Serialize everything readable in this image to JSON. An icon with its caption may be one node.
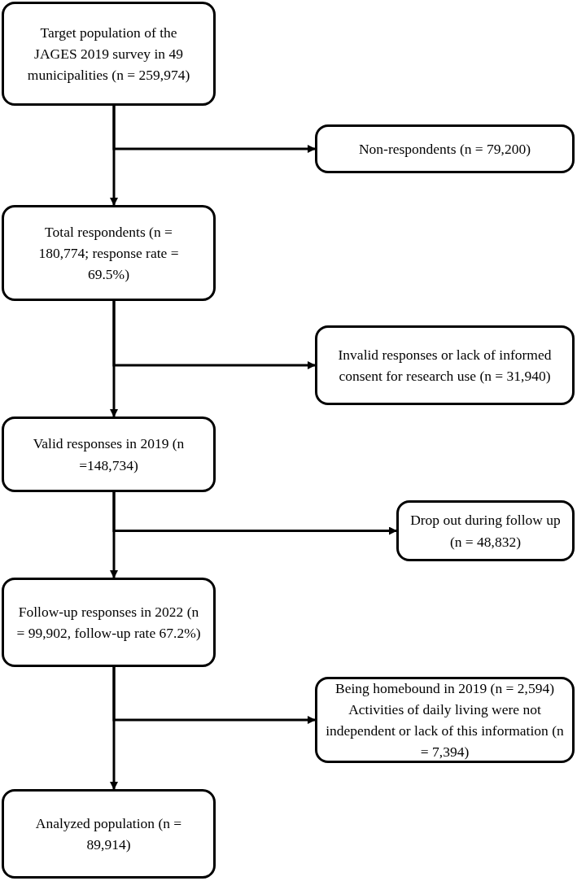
{
  "diagram": {
    "nodes": [
      {
        "text": [
          "Target population of the JAGES 2019 survey in 49 municipalities (n = 259,974)"
        ]
      },
      {
        "text": [
          "Non-respondents (n = 79,200)"
        ]
      },
      {
        "text": [
          "Total respondents (n = 180,774; response rate = 69.5%)"
        ]
      },
      {
        "text": [
          "Invalid responses or lack of informed consent for research use (n = 31,940)"
        ]
      },
      {
        "text": [
          "Valid responses in 2019 (n =148,734)"
        ]
      },
      {
        "text": [
          "Drop out during follow up (n = 48,832)"
        ]
      },
      {
        "text": [
          "Follow-up responses in 2022 (n = 99,902, follow-up rate 67.2%)"
        ]
      },
      {
        "text": [
          "Being homebound in 2019 (n = 2,594) Activities of daily living were not independent or lack of this information (n = 7,394)"
        ]
      },
      {
        "text": [
          "Analyzed population (n = 89,914)"
        ]
      }
    ],
    "edges": [
      {
        "from": 0,
        "to": 2,
        "arrow": "to"
      },
      {
        "from": 0,
        "to": 1,
        "arrow": "to"
      },
      {
        "from": 2,
        "to": 4,
        "arrow": "to"
      },
      {
        "from": 2,
        "to": 3,
        "arrow": "to"
      },
      {
        "from": 4,
        "to": 6,
        "arrow": "to"
      },
      {
        "from": 4,
        "to": 5,
        "arrow": "to"
      },
      {
        "from": 6,
        "to": 8,
        "arrow": "to"
      },
      {
        "from": 6,
        "to": 7,
        "arrow": "to"
      }
    ]
  }
}
